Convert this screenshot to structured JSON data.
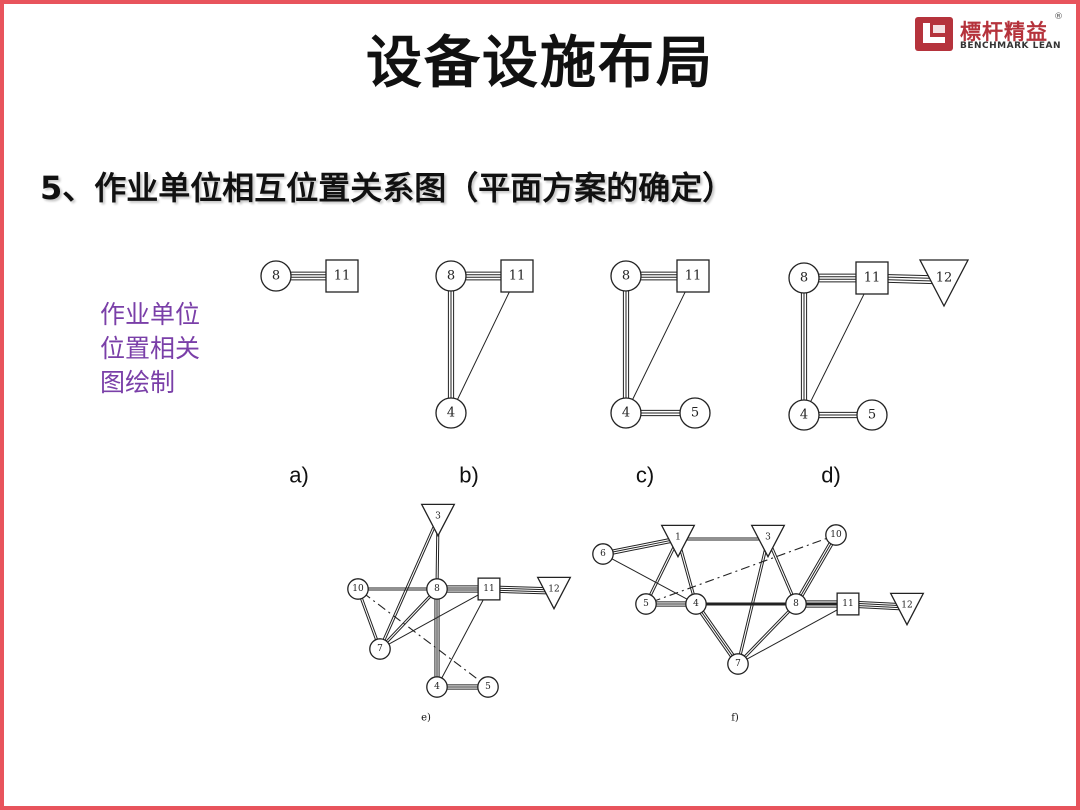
{
  "title": "设备设施布局",
  "subtitle": "5、作业单位相互位置关系图（平面方案的确定）",
  "side_note": [
    "作业单位",
    "位置相关",
    "图绘制"
  ],
  "logo": {
    "cn": "標杆精益",
    "en": "BENCHMARK LEAN",
    "reg": "®"
  },
  "colors": {
    "border": "#e8545c",
    "side_note": "#7a3fa8",
    "logo_red": "#b5333c"
  },
  "panels": [
    {
      "label": "a)",
      "nodes": [
        {
          "id": "8",
          "shape": "circle"
        },
        {
          "id": "11",
          "shape": "square"
        }
      ],
      "links": [
        {
          "from": "8",
          "to": "11",
          "lines": 4
        }
      ]
    },
    {
      "label": "b)",
      "nodes": [
        {
          "id": "8",
          "shape": "circle"
        },
        {
          "id": "11",
          "shape": "square"
        },
        {
          "id": "4",
          "shape": "circle"
        }
      ],
      "links": [
        {
          "from": "8",
          "to": "11",
          "lines": 4
        },
        {
          "from": "8",
          "to": "4",
          "lines": 3
        },
        {
          "from": "11",
          "to": "4",
          "lines": 1
        }
      ]
    },
    {
      "label": "c)",
      "nodes": [
        {
          "id": "8",
          "shape": "circle"
        },
        {
          "id": "11",
          "shape": "square"
        },
        {
          "id": "4",
          "shape": "circle"
        },
        {
          "id": "5",
          "shape": "circle"
        }
      ],
      "links": [
        {
          "from": "8",
          "to": "11",
          "lines": 4
        },
        {
          "from": "8",
          "to": "4",
          "lines": 3
        },
        {
          "from": "11",
          "to": "4",
          "lines": 1
        },
        {
          "from": "4",
          "to": "5",
          "lines": 3
        }
      ]
    },
    {
      "label": "d)",
      "nodes": [
        {
          "id": "8",
          "shape": "circle"
        },
        {
          "id": "11",
          "shape": "square"
        },
        {
          "id": "12",
          "shape": "triangle"
        },
        {
          "id": "4",
          "shape": "circle"
        },
        {
          "id": "5",
          "shape": "circle"
        }
      ],
      "links": [
        {
          "from": "8",
          "to": "11",
          "lines": 4
        },
        {
          "from": "11",
          "to": "12",
          "lines": 4
        },
        {
          "from": "8",
          "to": "4",
          "lines": 3
        },
        {
          "from": "11",
          "to": "4",
          "lines": 1
        },
        {
          "from": "4",
          "to": "5",
          "lines": 3
        }
      ]
    },
    {
      "label": "e)",
      "nodes": [
        {
          "id": "3",
          "shape": "triangle"
        },
        {
          "id": "10",
          "shape": "circle"
        },
        {
          "id": "8",
          "shape": "circle"
        },
        {
          "id": "11",
          "shape": "square"
        },
        {
          "id": "12",
          "shape": "triangle"
        },
        {
          "id": "7",
          "shape": "circle"
        },
        {
          "id": "4",
          "shape": "circle"
        },
        {
          "id": "5",
          "shape": "circle"
        }
      ],
      "links": [
        {
          "from": "8",
          "to": "11",
          "lines": 4
        },
        {
          "from": "11",
          "to": "12",
          "lines": 4
        },
        {
          "from": "8",
          "to": "4",
          "lines": 3
        },
        {
          "from": "4",
          "to": "5",
          "lines": 3
        },
        {
          "from": "3",
          "to": "8",
          "lines": 2
        },
        {
          "from": "10",
          "to": "8",
          "lines": 2
        },
        {
          "from": "3",
          "to": "7",
          "lines": 2
        },
        {
          "from": "10",
          "to": "7",
          "lines": 2
        },
        {
          "from": "8",
          "to": "7",
          "lines": 2
        },
        {
          "from": "11",
          "to": "7",
          "lines": 1
        },
        {
          "from": "11",
          "to": "4",
          "lines": 1
        },
        {
          "from": "10",
          "to": "5",
          "lines": -1
        }
      ]
    },
    {
      "label": "f)",
      "nodes": [
        {
          "id": "6",
          "shape": "circle"
        },
        {
          "id": "1",
          "shape": "triangle"
        },
        {
          "id": "3",
          "shape": "triangle"
        },
        {
          "id": "10",
          "shape": "circle"
        },
        {
          "id": "5",
          "shape": "circle"
        },
        {
          "id": "4",
          "shape": "circle"
        },
        {
          "id": "8",
          "shape": "circle"
        },
        {
          "id": "11",
          "shape": "square"
        },
        {
          "id": "12",
          "shape": "triangle"
        },
        {
          "id": "7",
          "shape": "circle"
        }
      ],
      "links": [
        {
          "from": "6",
          "to": "1",
          "lines": 3
        },
        {
          "from": "1",
          "to": "3",
          "lines": 2
        },
        {
          "from": "1",
          "to": "5",
          "lines": 2
        },
        {
          "from": "1",
          "to": "4",
          "lines": 2
        },
        {
          "from": "6",
          "to": "4",
          "lines": 1
        },
        {
          "from": "3",
          "to": "8",
          "lines": 2
        },
        {
          "from": "3",
          "to": "7",
          "lines": 2
        },
        {
          "from": "10",
          "to": "8",
          "lines": 3
        },
        {
          "from": "5",
          "to": "10",
          "lines": -1
        },
        {
          "from": "5",
          "to": "4",
          "lines": 3
        },
        {
          "from": "4",
          "to": "8",
          "lines": 2
        },
        {
          "from": "4",
          "to": "11",
          "lines": 1
        },
        {
          "from": "8",
          "to": "11",
          "lines": 4
        },
        {
          "from": "11",
          "to": "12",
          "lines": 4
        },
        {
          "from": "4",
          "to": "7",
          "lines": 3
        },
        {
          "from": "8",
          "to": "7",
          "lines": 2
        },
        {
          "from": "11",
          "to": "7",
          "lines": 1
        }
      ]
    }
  ]
}
